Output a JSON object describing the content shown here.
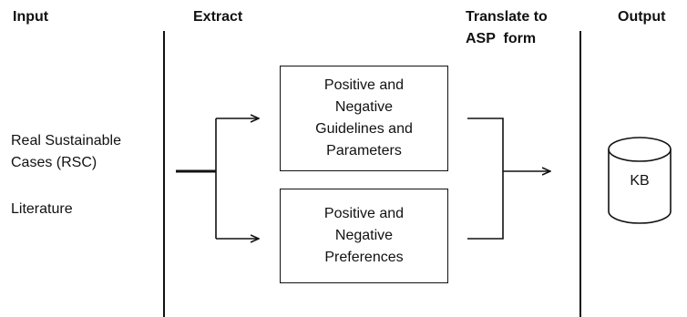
{
  "headers": {
    "input": "Input",
    "extract": "Extract",
    "translate_line1": "Translate to",
    "translate_line2": "ASP  form",
    "output": "Output"
  },
  "inputs": {
    "rsc_line1": "Real Sustainable",
    "rsc_line2": "Cases (RSC)",
    "literature": "Literature"
  },
  "boxes": {
    "guidelines": [
      "Positive and",
      "Negative",
      "Guidelines and",
      "Parameters"
    ],
    "preferences": [
      "Positive and",
      "Negative",
      "Preferences"
    ]
  },
  "output": {
    "kb": "KB"
  }
}
